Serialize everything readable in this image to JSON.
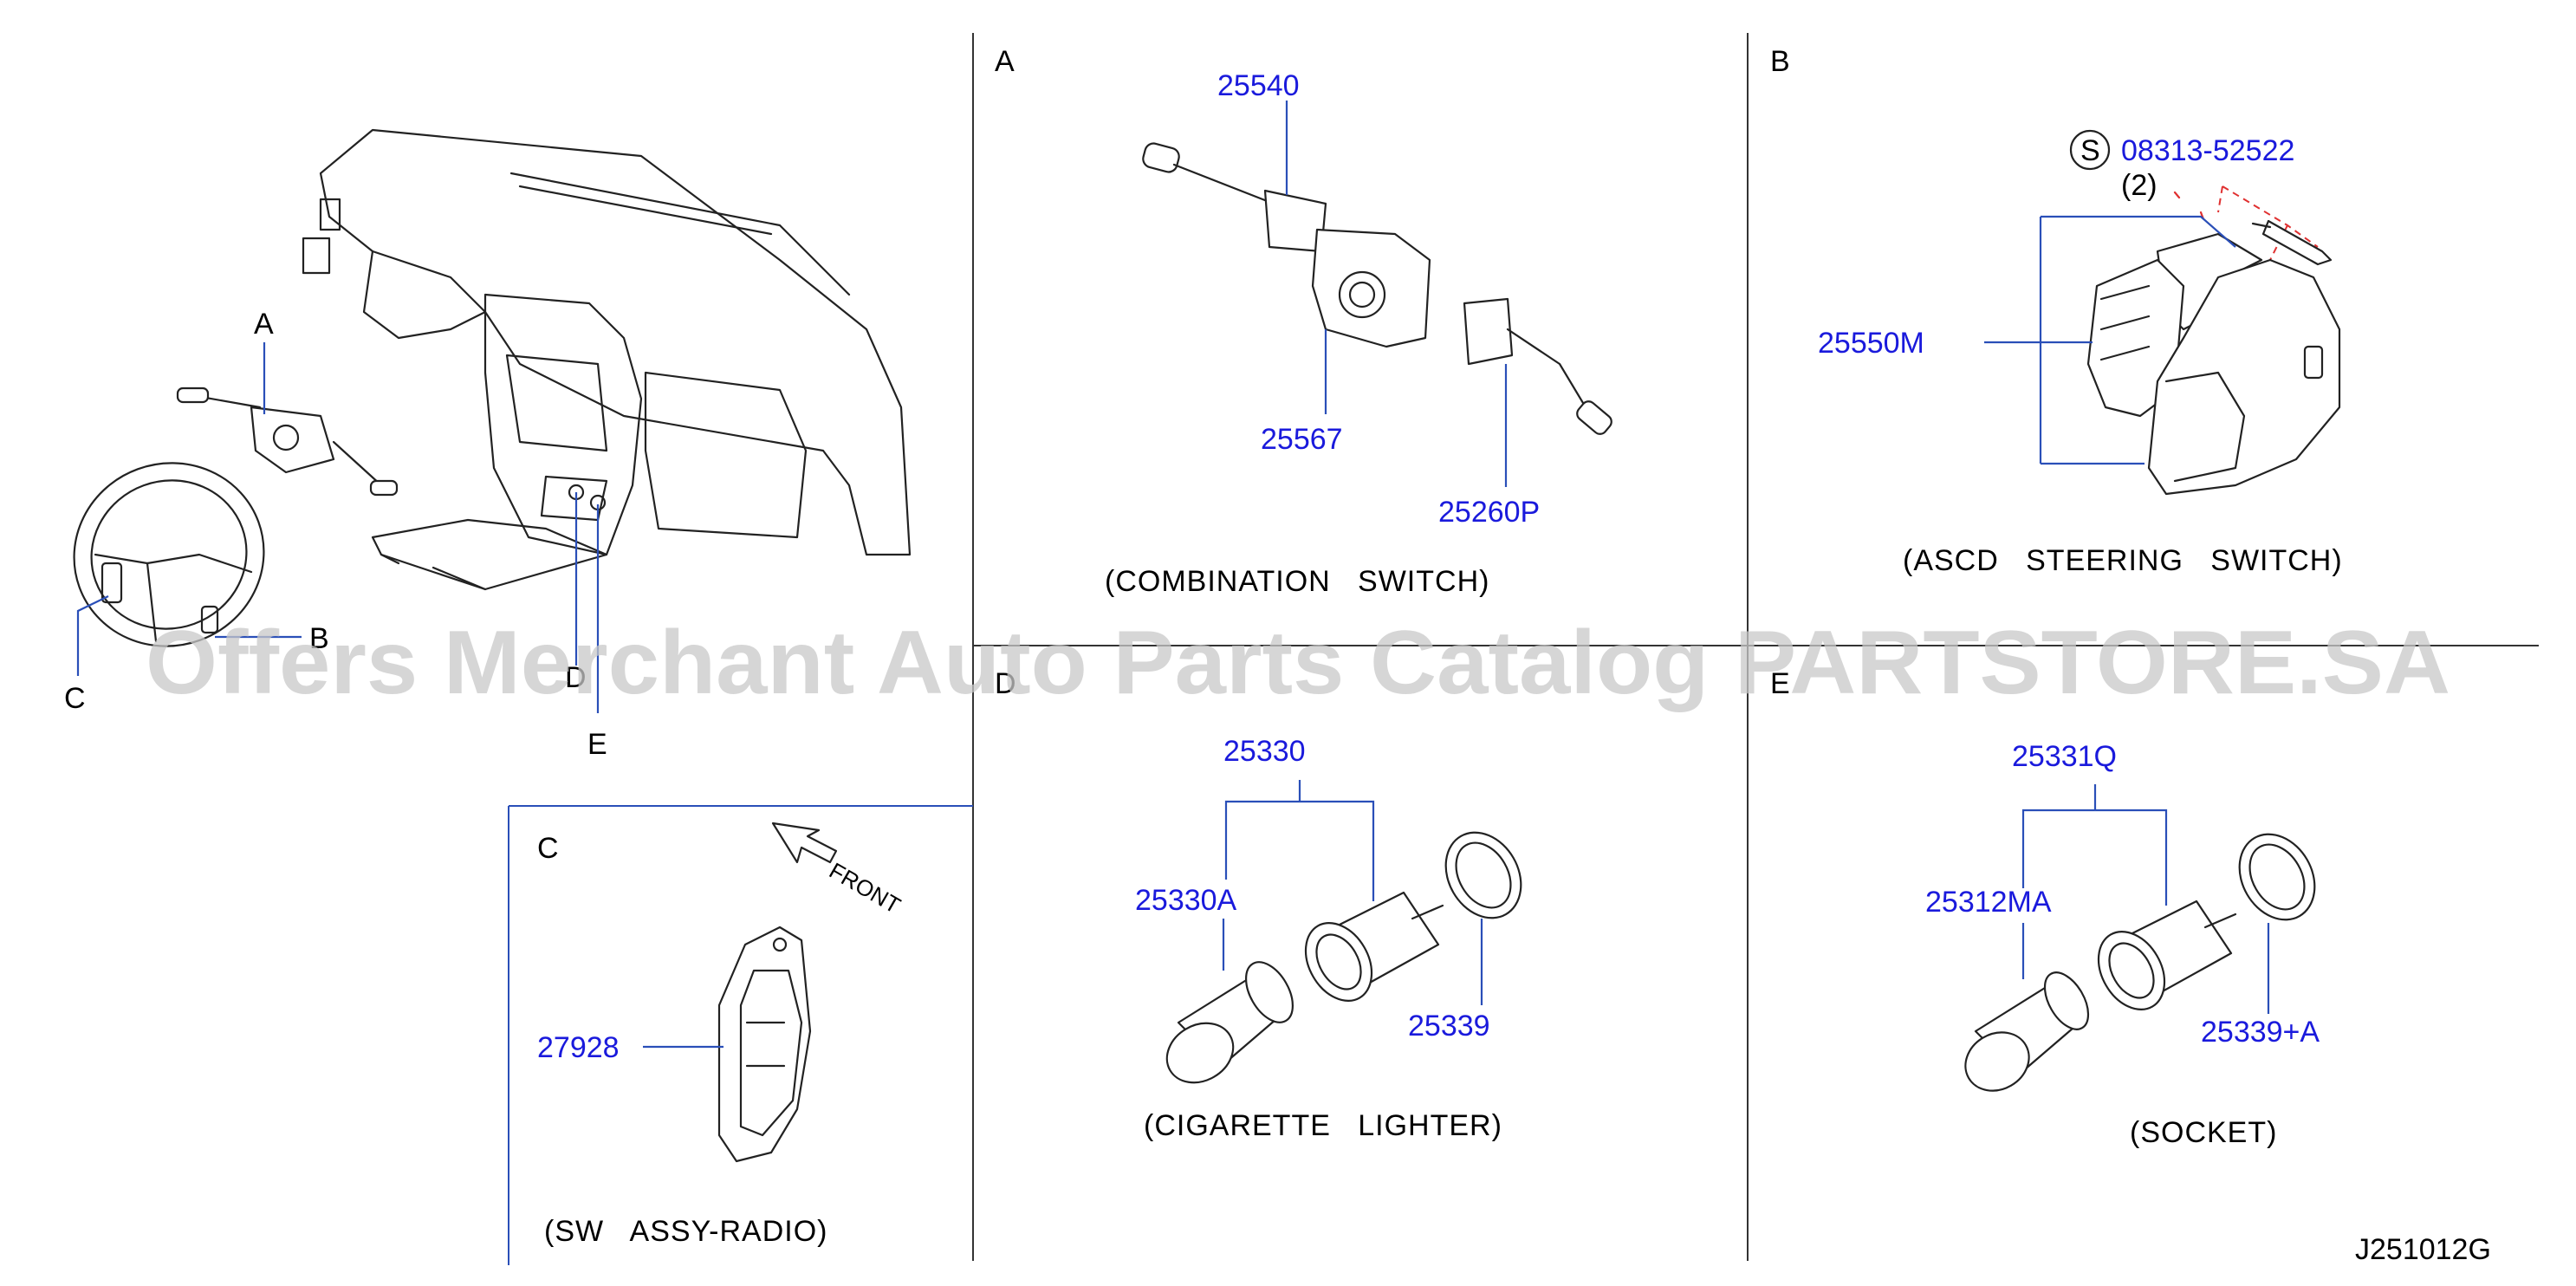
{
  "sections": {
    "A": {
      "letter": "A",
      "caption": "(COMBINATION   SWITCH)",
      "parts": [
        "25540",
        "25567",
        "25260P"
      ]
    },
    "B": {
      "letter": "B",
      "caption": "(ASCD   STEERING   SWITCH)",
      "parts": [
        "08313-52522",
        "25550M"
      ],
      "screw_qty": "(2)",
      "std_symbol": "S"
    },
    "C": {
      "letter": "C",
      "caption": "(SW   ASSY-RADIO)",
      "parts": [
        "27928"
      ],
      "front_label": "FRONT"
    },
    "D": {
      "letter": "D",
      "caption": "(CIGARETTE   LIGHTER)",
      "parts": [
        "25330",
        "25330A",
        "25339"
      ]
    },
    "E": {
      "letter": "E",
      "caption": "(SOCKET)",
      "parts": [
        "25331Q",
        "25312MA",
        "25339+A"
      ]
    }
  },
  "overview_callouts": [
    "A",
    "B",
    "C",
    "D",
    "E"
  ],
  "watermark": "Offers Merchant Auto Parts Catalog PARTSTORE.SA",
  "diagram_code": "J251012G",
  "colors": {
    "part_number": "#1a1adc",
    "leader_line": "#2a4fb8",
    "dashed_leader": "#e03030"
  }
}
